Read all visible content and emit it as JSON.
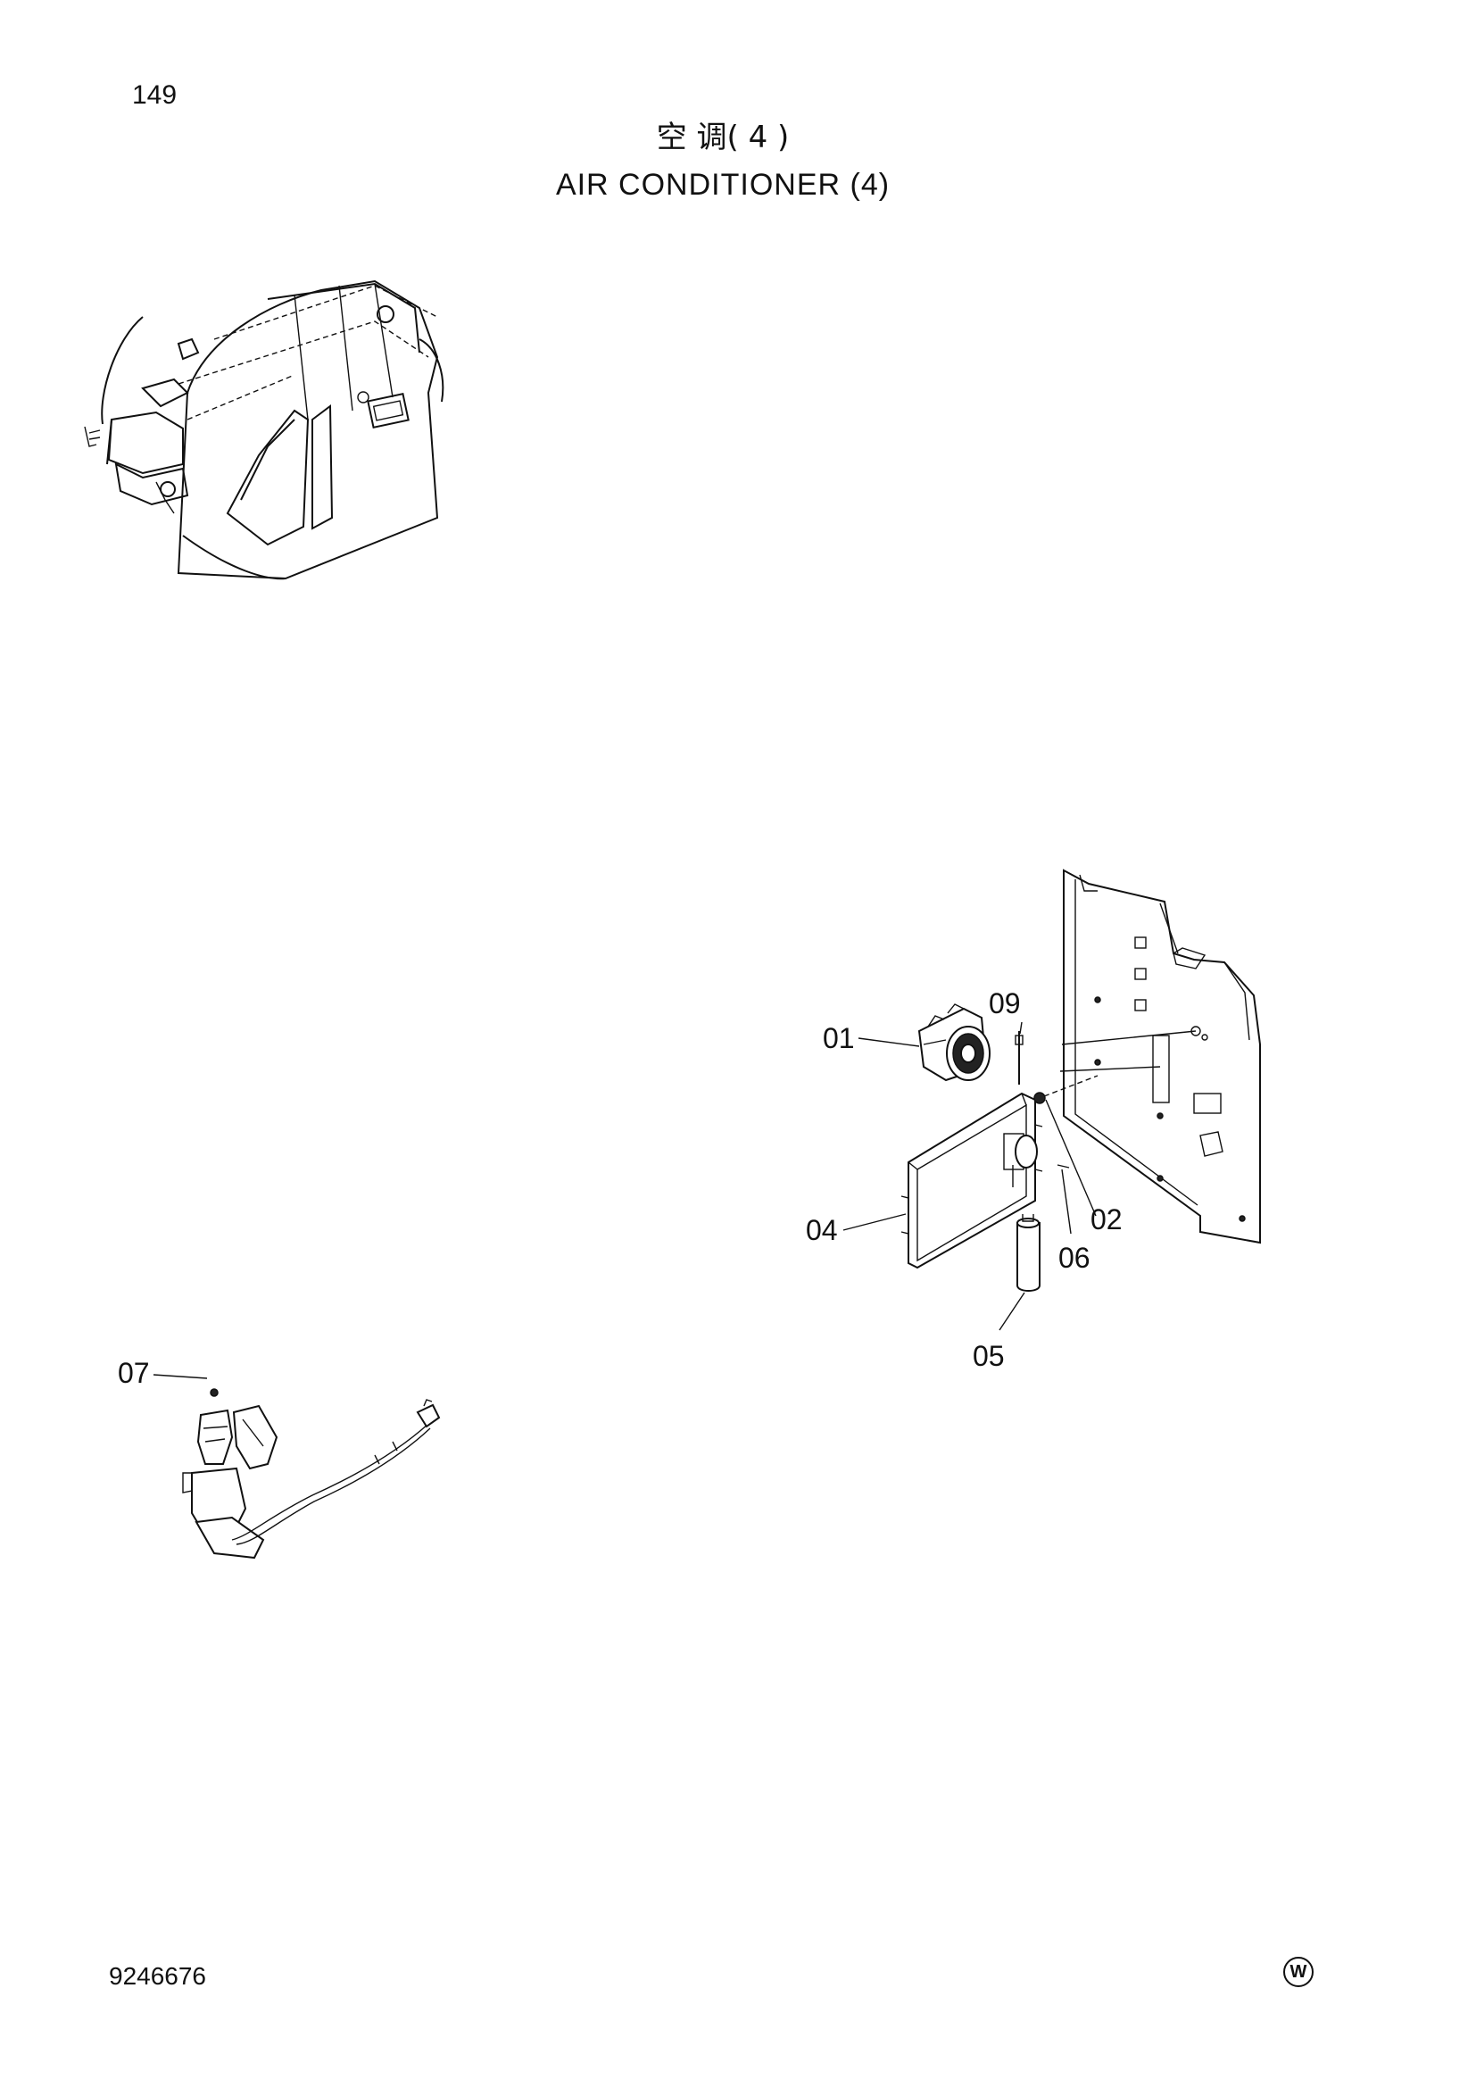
{
  "page": {
    "number": "149",
    "title_cn": "空 调( 4 )",
    "title_en": "AIR CONDITIONER (4)",
    "doc_number": "9246676",
    "mark": "W"
  },
  "callouts": [
    {
      "id": "01",
      "label": "01"
    },
    {
      "id": "09",
      "label": "09"
    },
    {
      "id": "04",
      "label": "04"
    },
    {
      "id": "02",
      "label": "02"
    },
    {
      "id": "06",
      "label": "06"
    },
    {
      "id": "05",
      "label": "05"
    },
    {
      "id": "07",
      "label": "07"
    }
  ],
  "icons": {
    "cab": "excavator-cab-overview-icon",
    "compressor": "compressor-icon",
    "condenser": "condenser-icon",
    "panel": "mounting-panel-icon",
    "receiver": "receiver-drier-icon",
    "harness": "switch-harness-icon"
  }
}
